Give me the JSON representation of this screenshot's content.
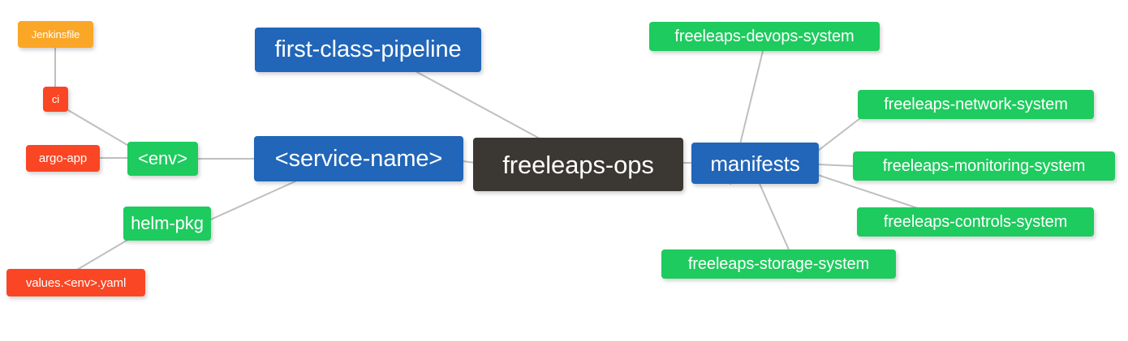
{
  "diagram": {
    "type": "mindmap",
    "title": "freeleaps-ops repository structure",
    "background": "#ffffff",
    "edge_color": "#bfbfbf",
    "palette": {
      "root": "#3b3733",
      "blue": "#2166b8",
      "green": "#1ecb5e",
      "red": "#fa4624",
      "orange": "#faa627",
      "text": "#ffffff"
    }
  },
  "nodes": {
    "root": {
      "label": "freeleaps-ops",
      "color": "#3b3733"
    },
    "first_class_pipeline": {
      "label": "first-class-pipeline",
      "color": "#2166b8"
    },
    "service_name": {
      "label": "<service-name>",
      "color": "#2166b8"
    },
    "manifests": {
      "label": "manifests",
      "color": "#2166b8"
    },
    "env": {
      "label": "<env>",
      "color": "#1ecb5e"
    },
    "helm_pkg": {
      "label": "helm-pkg",
      "color": "#1ecb5e"
    },
    "ci": {
      "label": "ci",
      "color": "#fa4624"
    },
    "argo_app": {
      "label": "argo-app",
      "color": "#fa4624"
    },
    "values_yaml": {
      "label": "values.<env>.yaml",
      "color": "#fa4624"
    },
    "jenkinsfile": {
      "label": "Jenkinsfile",
      "color": "#faa627"
    },
    "devops_system": {
      "label": "freeleaps-devops-system",
      "color": "#1ecb5e"
    },
    "network_system": {
      "label": "freeleaps-network-system",
      "color": "#1ecb5e"
    },
    "monitoring_system": {
      "label": "freeleaps-monitoring-system",
      "color": "#1ecb5e"
    },
    "controls_system": {
      "label": "freeleaps-controls-system",
      "color": "#1ecb5e"
    },
    "storage_system": {
      "label": "freeleaps-storage-system",
      "color": "#1ecb5e"
    }
  },
  "edges": [
    {
      "from": "root",
      "to": "first_class_pipeline"
    },
    {
      "from": "root",
      "to": "service_name"
    },
    {
      "from": "root",
      "to": "manifests"
    },
    {
      "from": "root",
      "to": "devops_system"
    },
    {
      "from": "root",
      "to": "storage_system"
    },
    {
      "from": "service_name",
      "to": "env"
    },
    {
      "from": "service_name",
      "to": "helm_pkg"
    },
    {
      "from": "env",
      "to": "ci"
    },
    {
      "from": "env",
      "to": "argo_app"
    },
    {
      "from": "ci",
      "to": "jenkinsfile"
    },
    {
      "from": "helm_pkg",
      "to": "values_yaml"
    },
    {
      "from": "manifests",
      "to": "network_system"
    },
    {
      "from": "manifests",
      "to": "monitoring_system"
    },
    {
      "from": "manifests",
      "to": "controls_system"
    }
  ]
}
